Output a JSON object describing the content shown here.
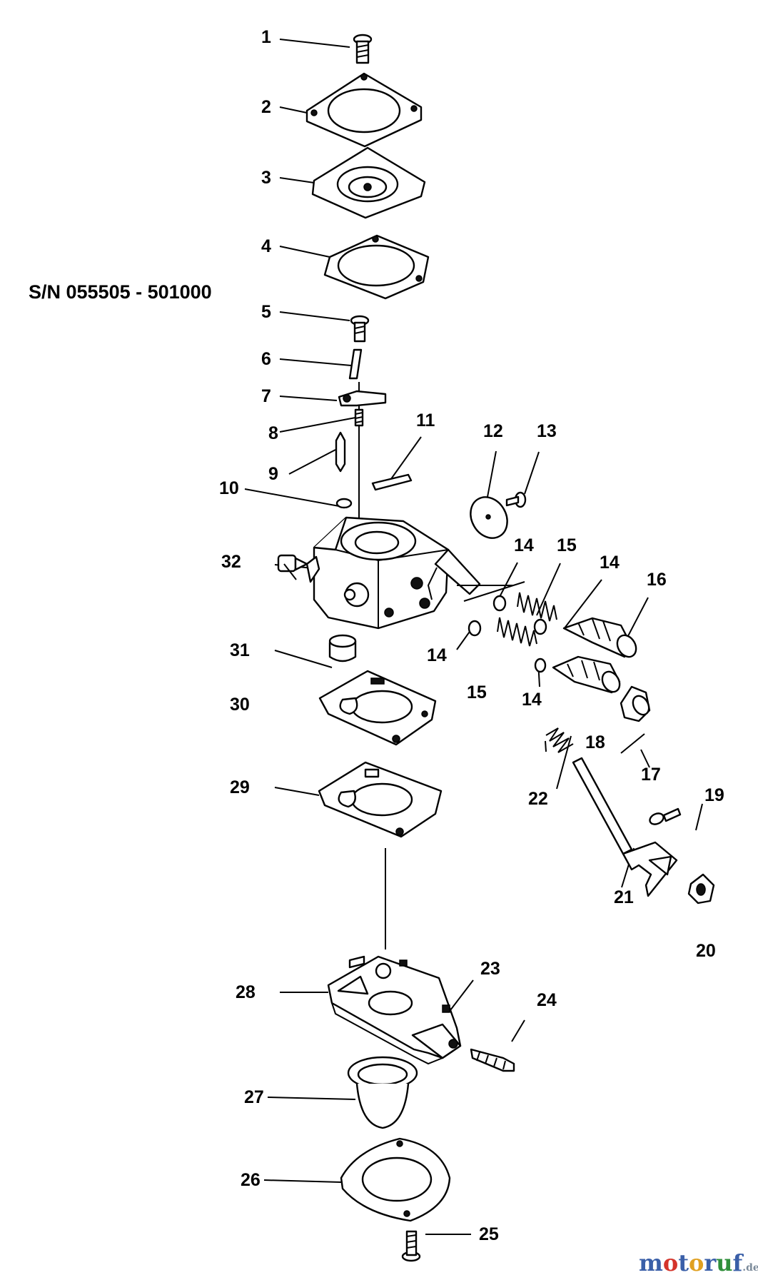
{
  "serial_range": "S/N 055505 - 501000",
  "watermark": {
    "letters": [
      {
        "char": "m",
        "color": "#3a5fa8"
      },
      {
        "char": "o",
        "color": "#d4342b"
      },
      {
        "char": "t",
        "color": "#3a5fa8"
      },
      {
        "char": "o",
        "color": "#e0a020"
      },
      {
        "char": "r",
        "color": "#3a5fa8"
      },
      {
        "char": "u",
        "color": "#2f8f3a"
      },
      {
        "char": "f",
        "color": "#3a5fa8"
      }
    ],
    "suffix": ".de"
  },
  "callouts": [
    "1",
    "2",
    "3",
    "4",
    "5",
    "6",
    "7",
    "8",
    "9",
    "10",
    "11",
    "12",
    "13",
    "14",
    "14",
    "14",
    "14",
    "15",
    "15",
    "16",
    "17",
    "18",
    "19",
    "20",
    "21",
    "22",
    "23",
    "24",
    "25",
    "26",
    "27",
    "28",
    "29",
    "30",
    "31",
    "32"
  ]
}
